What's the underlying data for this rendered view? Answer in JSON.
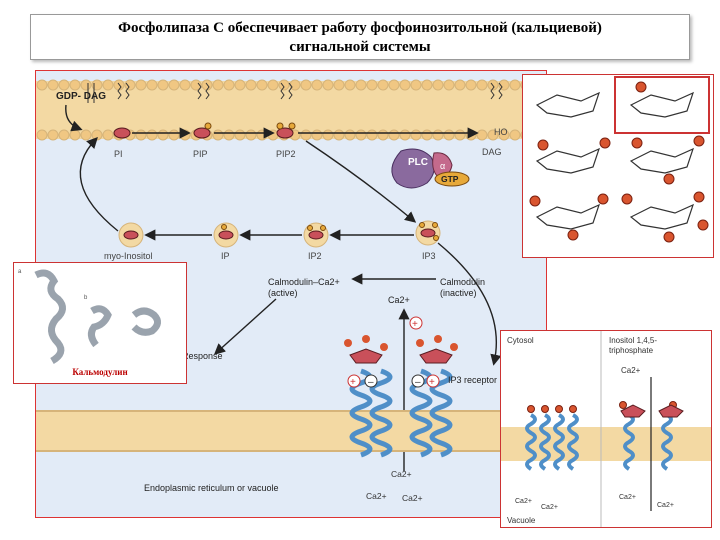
{
  "title": {
    "line1": "Фосфолипаза С обеспечивает работу фосфоинозитольной (кальциевой)",
    "line2": "сигнальной системы"
  },
  "diagram": {
    "gdp_dag": "GDP- DAG",
    "pi": "PI",
    "pip": "PIP",
    "pip2": "PIP2",
    "dag": "DAG",
    "ho": "HO",
    "plc": "PLC",
    "alpha": "α",
    "gtp": "GTP",
    "myo_inositol": "myo-Inositol",
    "ip": "IP",
    "ip2": "IP2",
    "ip3": "IP3",
    "calmodulin_active": "Calmodulin–Ca2+",
    "active": "(active)",
    "calmodulin_inactive": "Calmodulin",
    "inactive": "(inactive)",
    "ca2": "Ca2+",
    "response": "Response",
    "ip3_receptor": "IP3 receptor",
    "er": "Endoplasmic reticulum or vacuole"
  },
  "insets": {
    "calmodulin_label": "Кальмодулин",
    "cytosol": "Cytosol",
    "inositol_title": "Inositol 1,4,5-",
    "triphosphate": "triphosphate",
    "vacuole": "Vacuole"
  },
  "colors": {
    "membrane": "#f3d9a3",
    "head": "#f0c783",
    "background": "#e2ebf7",
    "helix": "#4f8fc8",
    "plc": "#8a6a9e",
    "gtp": "#e7a93a",
    "phosphate": "#d9552f",
    "accent_red": "#cc3333"
  }
}
